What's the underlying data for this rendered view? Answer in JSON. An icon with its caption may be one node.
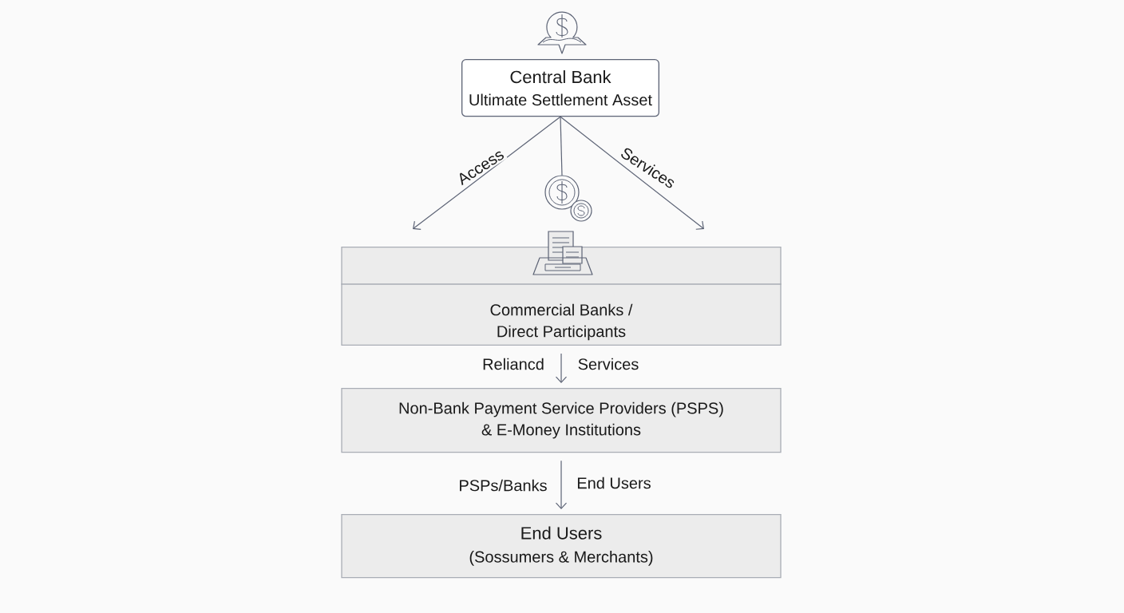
{
  "diagram": {
    "nodes": [
      {
        "text": [
          "Central Bank",
          "Ultimate Settlement Asset"
        ]
      },
      {
        "text": [
          "Commercial Banks / Direct Participants"
        ]
      },
      {
        "text": [
          "Non-Bank Payment Service Providers (PSPS) & E-Money Institutions"
        ]
      },
      {
        "text": [
          "End Users",
          "(Sossumers & Merchants)"
        ]
      },
      {
        "text": [],
        "shape": "picture"
      }
    ],
    "edges": [
      {
        "from": 0,
        "to": null,
        "arrow": "to",
        "label": "Access"
      },
      {
        "from": 0,
        "to": 4,
        "arrow": "none"
      },
      {
        "from": 0,
        "to": null,
        "arrow": "to",
        "label": "Services"
      },
      {
        "from": 1,
        "to": 2,
        "arrow": "to",
        "label": "Reliancd"
      },
      {
        "from": 2,
        "to": 3,
        "arrow": "to",
        "label": "PSPs/Banks"
      }
    ],
    "labels": [
      "Services",
      "End Users"
    ]
  }
}
